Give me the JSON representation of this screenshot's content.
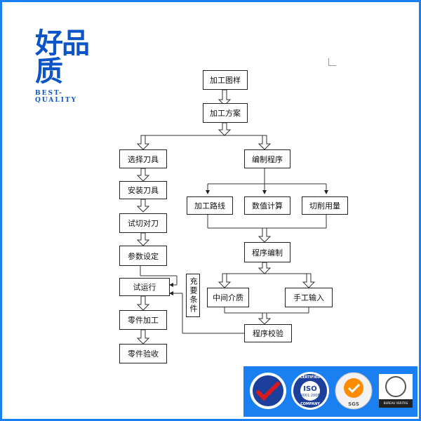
{
  "brand": {
    "name_cn": "好品质",
    "name_en": "BEST-QUALITY",
    "color": "#0c54c8"
  },
  "frame_color": "#1a7ff0",
  "nodes": {
    "drawing": "加工图样",
    "plan": "加工方案",
    "select_tool": "选择刀具",
    "install_tool": "安装刀具",
    "tool_setting": "试切对刀",
    "param_setting": "参数设定",
    "trial_run": "试运行",
    "part_machining": "零件加工",
    "part_inspection": "零件验收",
    "programming": "编制程序",
    "toolpath": "加工路线",
    "calculation": "数值计算",
    "cutting_amount": "切削用量",
    "program_writing": "程序编制",
    "media": "中间介质",
    "manual_input": "手工输入",
    "program_check": "程序校验",
    "sufficient_condition": "充要条件"
  },
  "certifications": {
    "iso_text": "ISO",
    "iso_sub": "9001:2008",
    "certified": "CERTIFIED",
    "company": "COMPANY",
    "sgs": "SGS",
    "bv": "BUREAU VERITAS"
  }
}
